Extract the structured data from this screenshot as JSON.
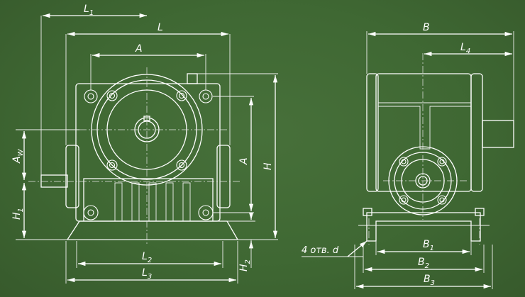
{
  "labels": {
    "L1": {
      "main": "L",
      "sub": "1"
    },
    "L": {
      "main": "L",
      "sub": ""
    },
    "A_top": {
      "main": "A",
      "sub": ""
    },
    "A_side": {
      "main": "A",
      "sub": ""
    },
    "H": {
      "main": "H",
      "sub": ""
    },
    "Aw": {
      "main": "A",
      "sub": "W"
    },
    "H1": {
      "main": "H",
      "sub": "1"
    },
    "H2": {
      "main": "H",
      "sub": "2"
    },
    "L2": {
      "main": "L",
      "sub": "2"
    },
    "L3": {
      "main": "L",
      "sub": "3"
    },
    "B": {
      "main": "B",
      "sub": ""
    },
    "L4": {
      "main": "L",
      "sub": "4"
    },
    "B1": {
      "main": "B",
      "sub": "1"
    },
    "B2": {
      "main": "B",
      "sub": "2"
    },
    "B3": {
      "main": "B",
      "sub": "3"
    },
    "holes": {
      "text": "4 отв. d"
    }
  },
  "colors": {
    "background": "#3f6833",
    "lines": "#ffffff"
  }
}
